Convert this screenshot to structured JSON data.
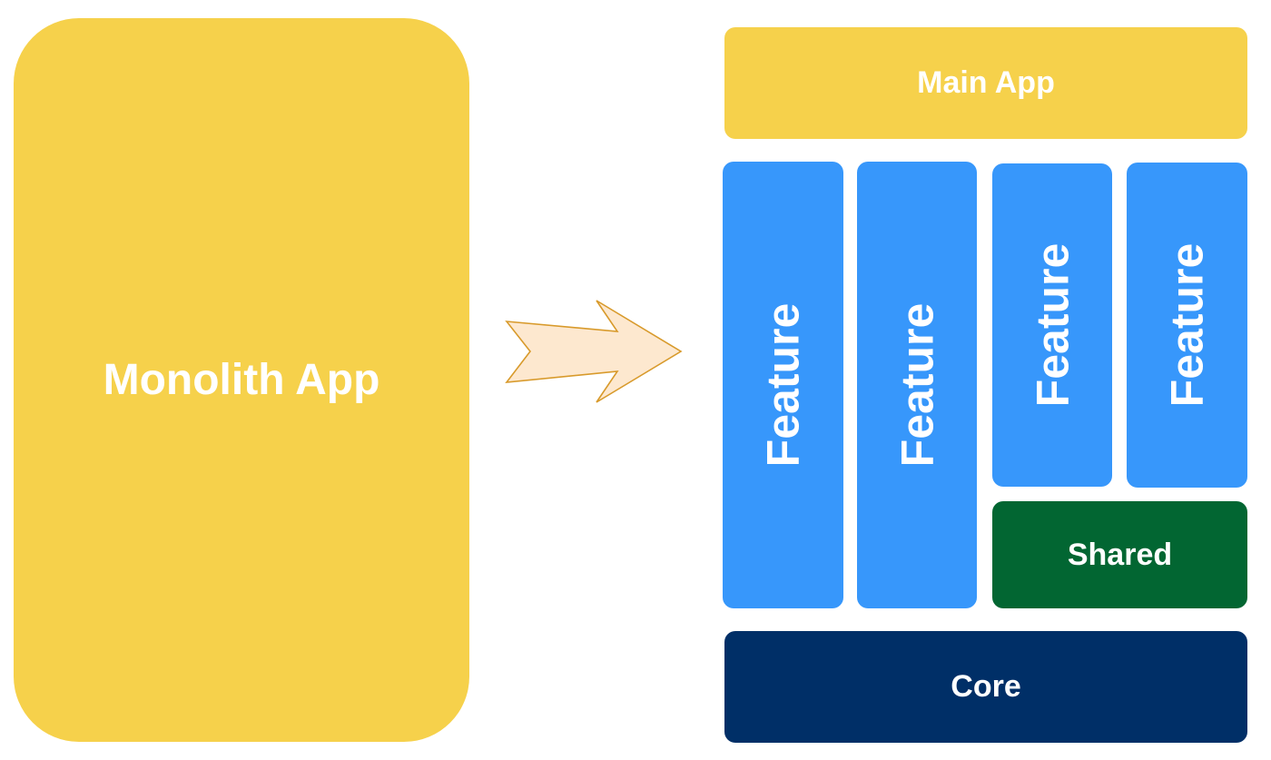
{
  "colors": {
    "monolith": "#f6d14b",
    "main_app": "#f6d14b",
    "feature": "#3797fb",
    "shared": "#026632",
    "core": "#002f67",
    "arrow_fill": "#fde8cf",
    "arrow_stroke": "#d89a2b",
    "text": "#ffffff"
  },
  "monolith": {
    "label": "Monolith App"
  },
  "arrow": {
    "icon": "right-arrow-icon"
  },
  "modular": {
    "main_app": "Main App",
    "features": [
      "Feature",
      "Feature",
      "Feature",
      "Feature"
    ],
    "shared": "Shared",
    "core": "Core"
  }
}
